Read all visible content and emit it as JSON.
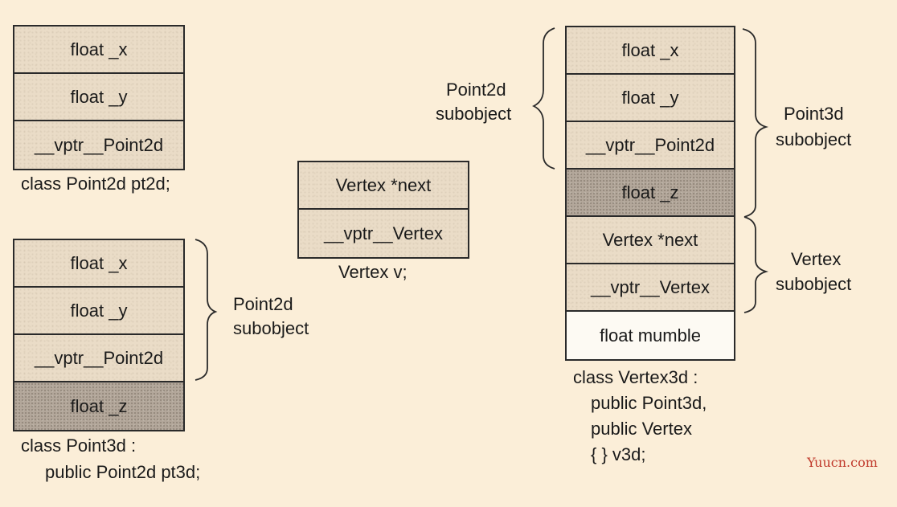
{
  "pt2d": {
    "cells": [
      "float _x",
      "float _y",
      "__vptr__Point2d"
    ],
    "caption": "class Point2d pt2d;"
  },
  "pt3d": {
    "cells": [
      "float _x",
      "float _y",
      "__vptr__Point2d",
      "float _z"
    ],
    "caption_line1": "class Point3d :",
    "caption_line2": "public Point2d pt3d;",
    "brace_label_line1": "Point2d",
    "brace_label_line2": "subobject"
  },
  "vertex": {
    "cells": [
      "Vertex *next",
      "__vptr__Vertex"
    ],
    "caption": "Vertex v;"
  },
  "v3d": {
    "cells": [
      "float _x",
      "float _y",
      "__vptr__Point2d",
      "float _z",
      "Vertex *next",
      "__vptr__Vertex",
      "float mumble"
    ],
    "caption_lines": [
      "class Vertex3d :",
      "public Point3d,",
      "public Vertex",
      "{ } v3d;"
    ],
    "left_label_line1": "Point2d",
    "left_label_line2": "subobject",
    "right_top_label_line1": "Point3d",
    "right_top_label_line2": "subobject",
    "right_bottom_label_line1": "Vertex",
    "right_bottom_label_line2": "subobject"
  },
  "watermark": "Yuucn.com"
}
